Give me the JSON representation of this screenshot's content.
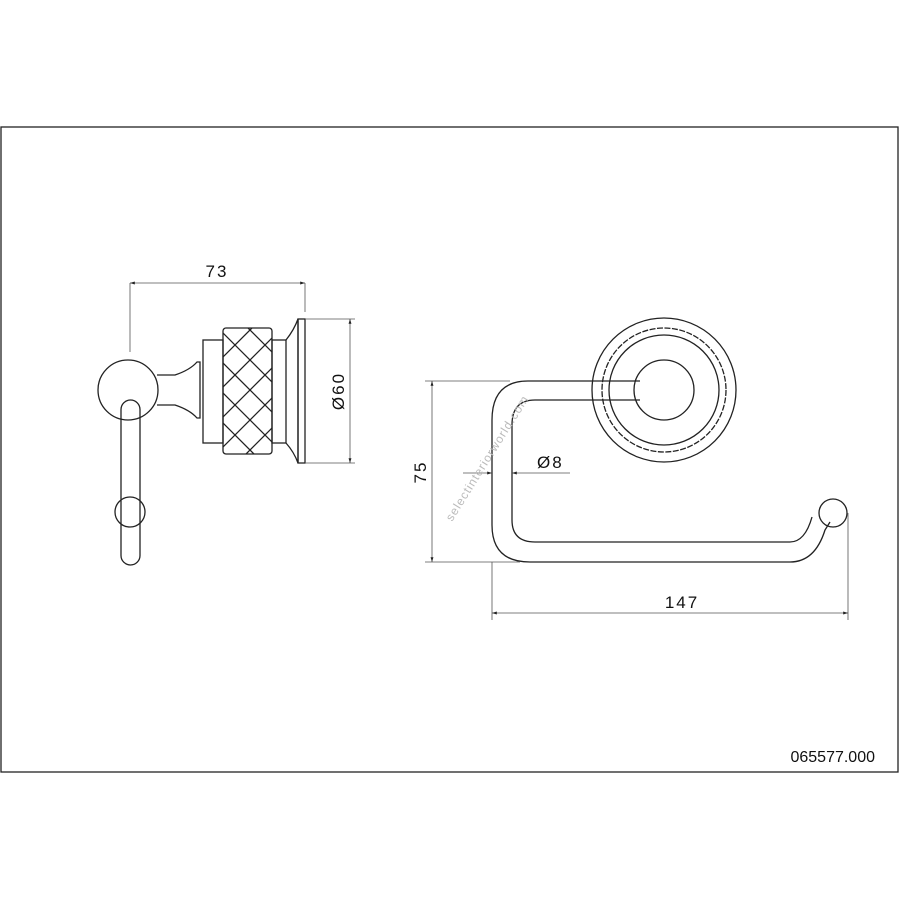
{
  "drawing": {
    "part_number": "065577.000",
    "watermark": "selectinteriorworld.com",
    "side_view": {
      "width_label": "73",
      "diameter_label": "Ø60"
    },
    "front_view": {
      "height_label": "75",
      "rod_diameter_label": "Ø8",
      "length_label": "147"
    }
  }
}
